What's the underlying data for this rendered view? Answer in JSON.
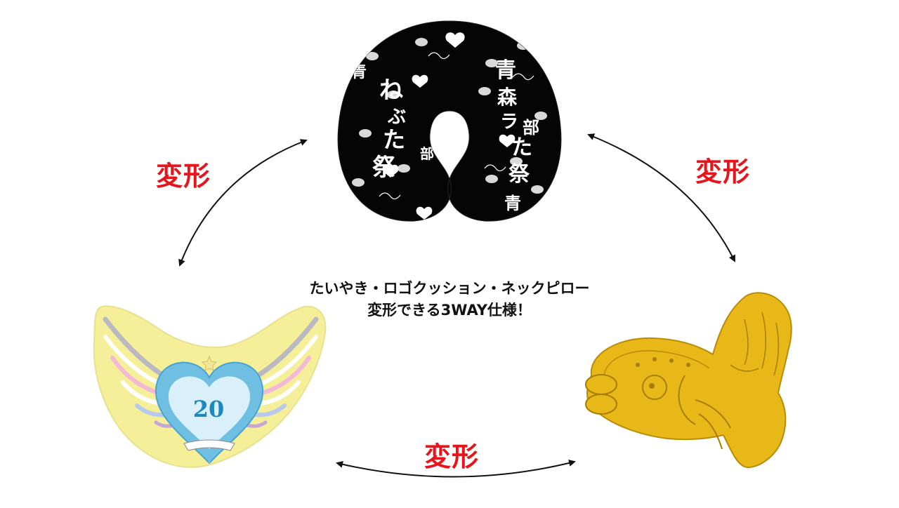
{
  "transform_labels": {
    "left": "変形",
    "right": "変形",
    "bottom": "変形"
  },
  "caption": {
    "line1": "たいやき・ロゴクッション・ネックピロー",
    "line2": "変形できる3WAY仕様！"
  },
  "products": {
    "neck_pillow": {
      "pattern_text": [
        "青",
        "森",
        "ラ",
        "部",
        "ね",
        "ぶ",
        "た",
        "祭"
      ]
    },
    "logo_cushion": {
      "emblem_number": "20"
    }
  },
  "colors": {
    "accent_red": "#e8141b",
    "pillow_black": "#050505",
    "taiyaki_gold": "#e7b818",
    "cushion_yellow": "#f5ef9a",
    "heart_blue": "#6fbfe3"
  },
  "icons": [
    "double-arrow-icon",
    "neck-pillow-image",
    "logo-cushion-image",
    "taiyaki-image"
  ]
}
